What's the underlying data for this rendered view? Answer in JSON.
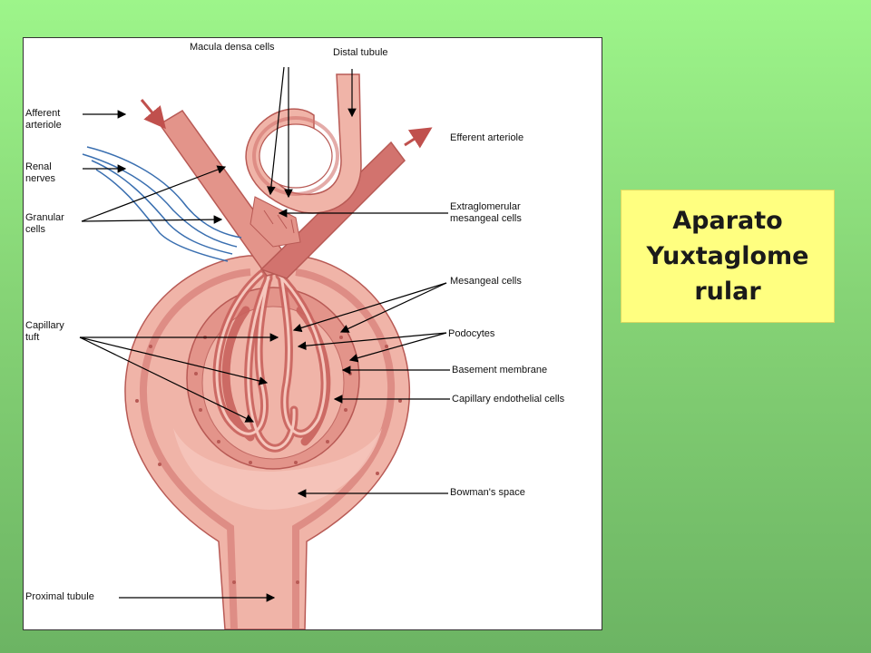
{
  "title": {
    "text": "Aparato\nYuxtaglome\nrular"
  },
  "labels": {
    "macula_densa": "Macula densa cells",
    "distal_tubule": "Distal tubule",
    "afferent_arteriole": "Afferent\narteriole",
    "efferent_arteriole": "Efferent arteriole",
    "renal_nerves": "Renal\nnerves",
    "granular_cells": "Granular\ncells",
    "extraglomerular": "Extraglomerular\nmesangeal cells",
    "mesangeal_cells": "Mesangeal cells",
    "capillary_tuft": "Capillary\ntuft",
    "podocytes": "Podocytes",
    "basement_membrane": "Basement membrane",
    "capillary_endothelial": "Capillary endothelial cells",
    "bowmans_space": "Bowman's space",
    "proximal_tubule": "Proximal tubule"
  },
  "colors": {
    "tissue_light": "#f0b4a8",
    "tissue_mid": "#e3948a",
    "tissue_dark": "#d2736e",
    "outline": "#b85a55",
    "nerve": "#3a6fb0",
    "arrow": "#000000",
    "title_bg": "#ffff80"
  }
}
